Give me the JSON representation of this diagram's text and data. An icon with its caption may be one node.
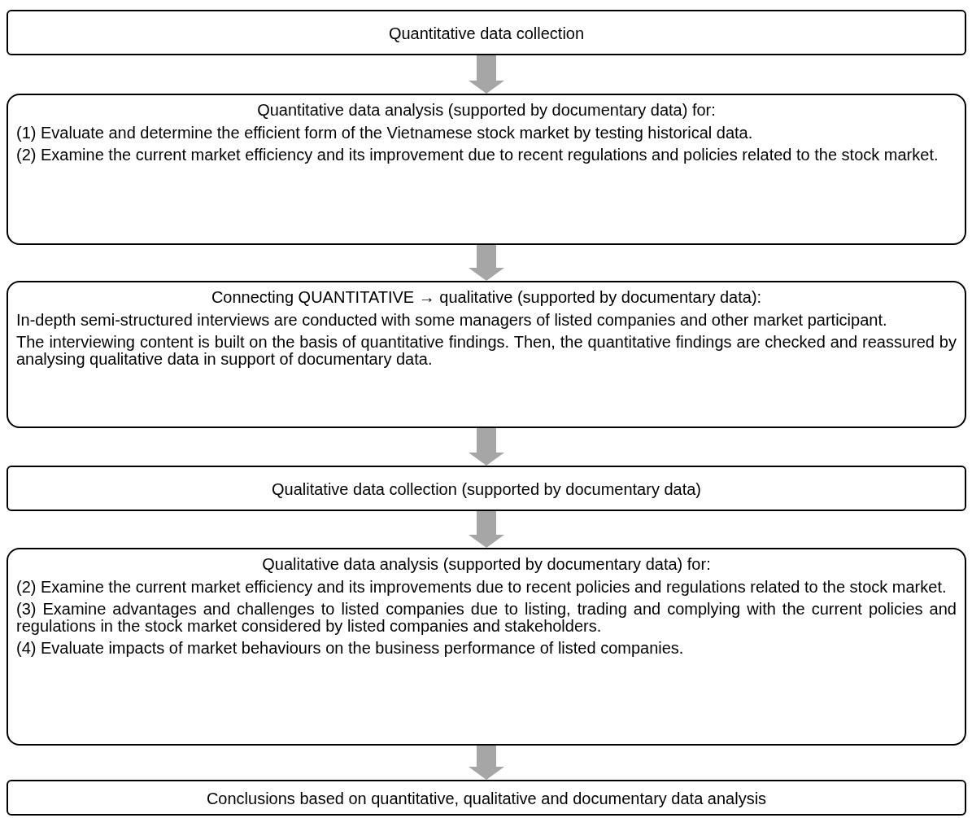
{
  "diagram": {
    "nodes": [
      {
        "text": [
          "Quantitative data collection"
        ]
      },
      {
        "text": [
          "Quantitative data analysis (supported by documentary data) for:",
          "(1) Evaluate and determine the efficient form of the Vietnamese stock market by testing historical data.",
          "(2) Examine the current market efficiency and its improvement due to recent regulations and policies related to the stock market."
        ]
      },
      {
        "text": [
          "Connecting QUANTITATIVE → qualitative (supported by documentary data):",
          "In-depth semi-structured interviews are conducted with some managers of listed companies and other market participant.",
          "The interviewing content is built on the basis of quantitative findings. Then, the quantitative findings are checked and reassured by analysing qualitative data in support of documentary data."
        ]
      },
      {
        "text": [
          "Qualitative data collection (supported by documentary data)"
        ]
      },
      {
        "text": [
          "Qualitative data analysis (supported by documentary data) for:",
          "(2) Examine the current market efficiency and its improvements due to recent policies and regulations related to the stock market.",
          "(3) Examine advantages and challenges to listed companies due to listing, trading and complying with the current policies and regulations in the stock market considered by listed companies and stakeholders.",
          "(4) Evaluate impacts of market behaviours on the business performance of listed companies."
        ]
      },
      {
        "text": [
          "Conclusions based on quantitative, qualitative and documentary data analysis"
        ]
      }
    ],
    "edges": [
      {
        "from": 0,
        "to": 1,
        "arrow": "to"
      },
      {
        "from": 1,
        "to": 2,
        "arrow": "to"
      },
      {
        "from": 2,
        "to": 3,
        "arrow": "to"
      },
      {
        "from": 3,
        "to": 4,
        "arrow": "to"
      },
      {
        "from": 4,
        "to": 5,
        "arrow": "to"
      }
    ]
  }
}
